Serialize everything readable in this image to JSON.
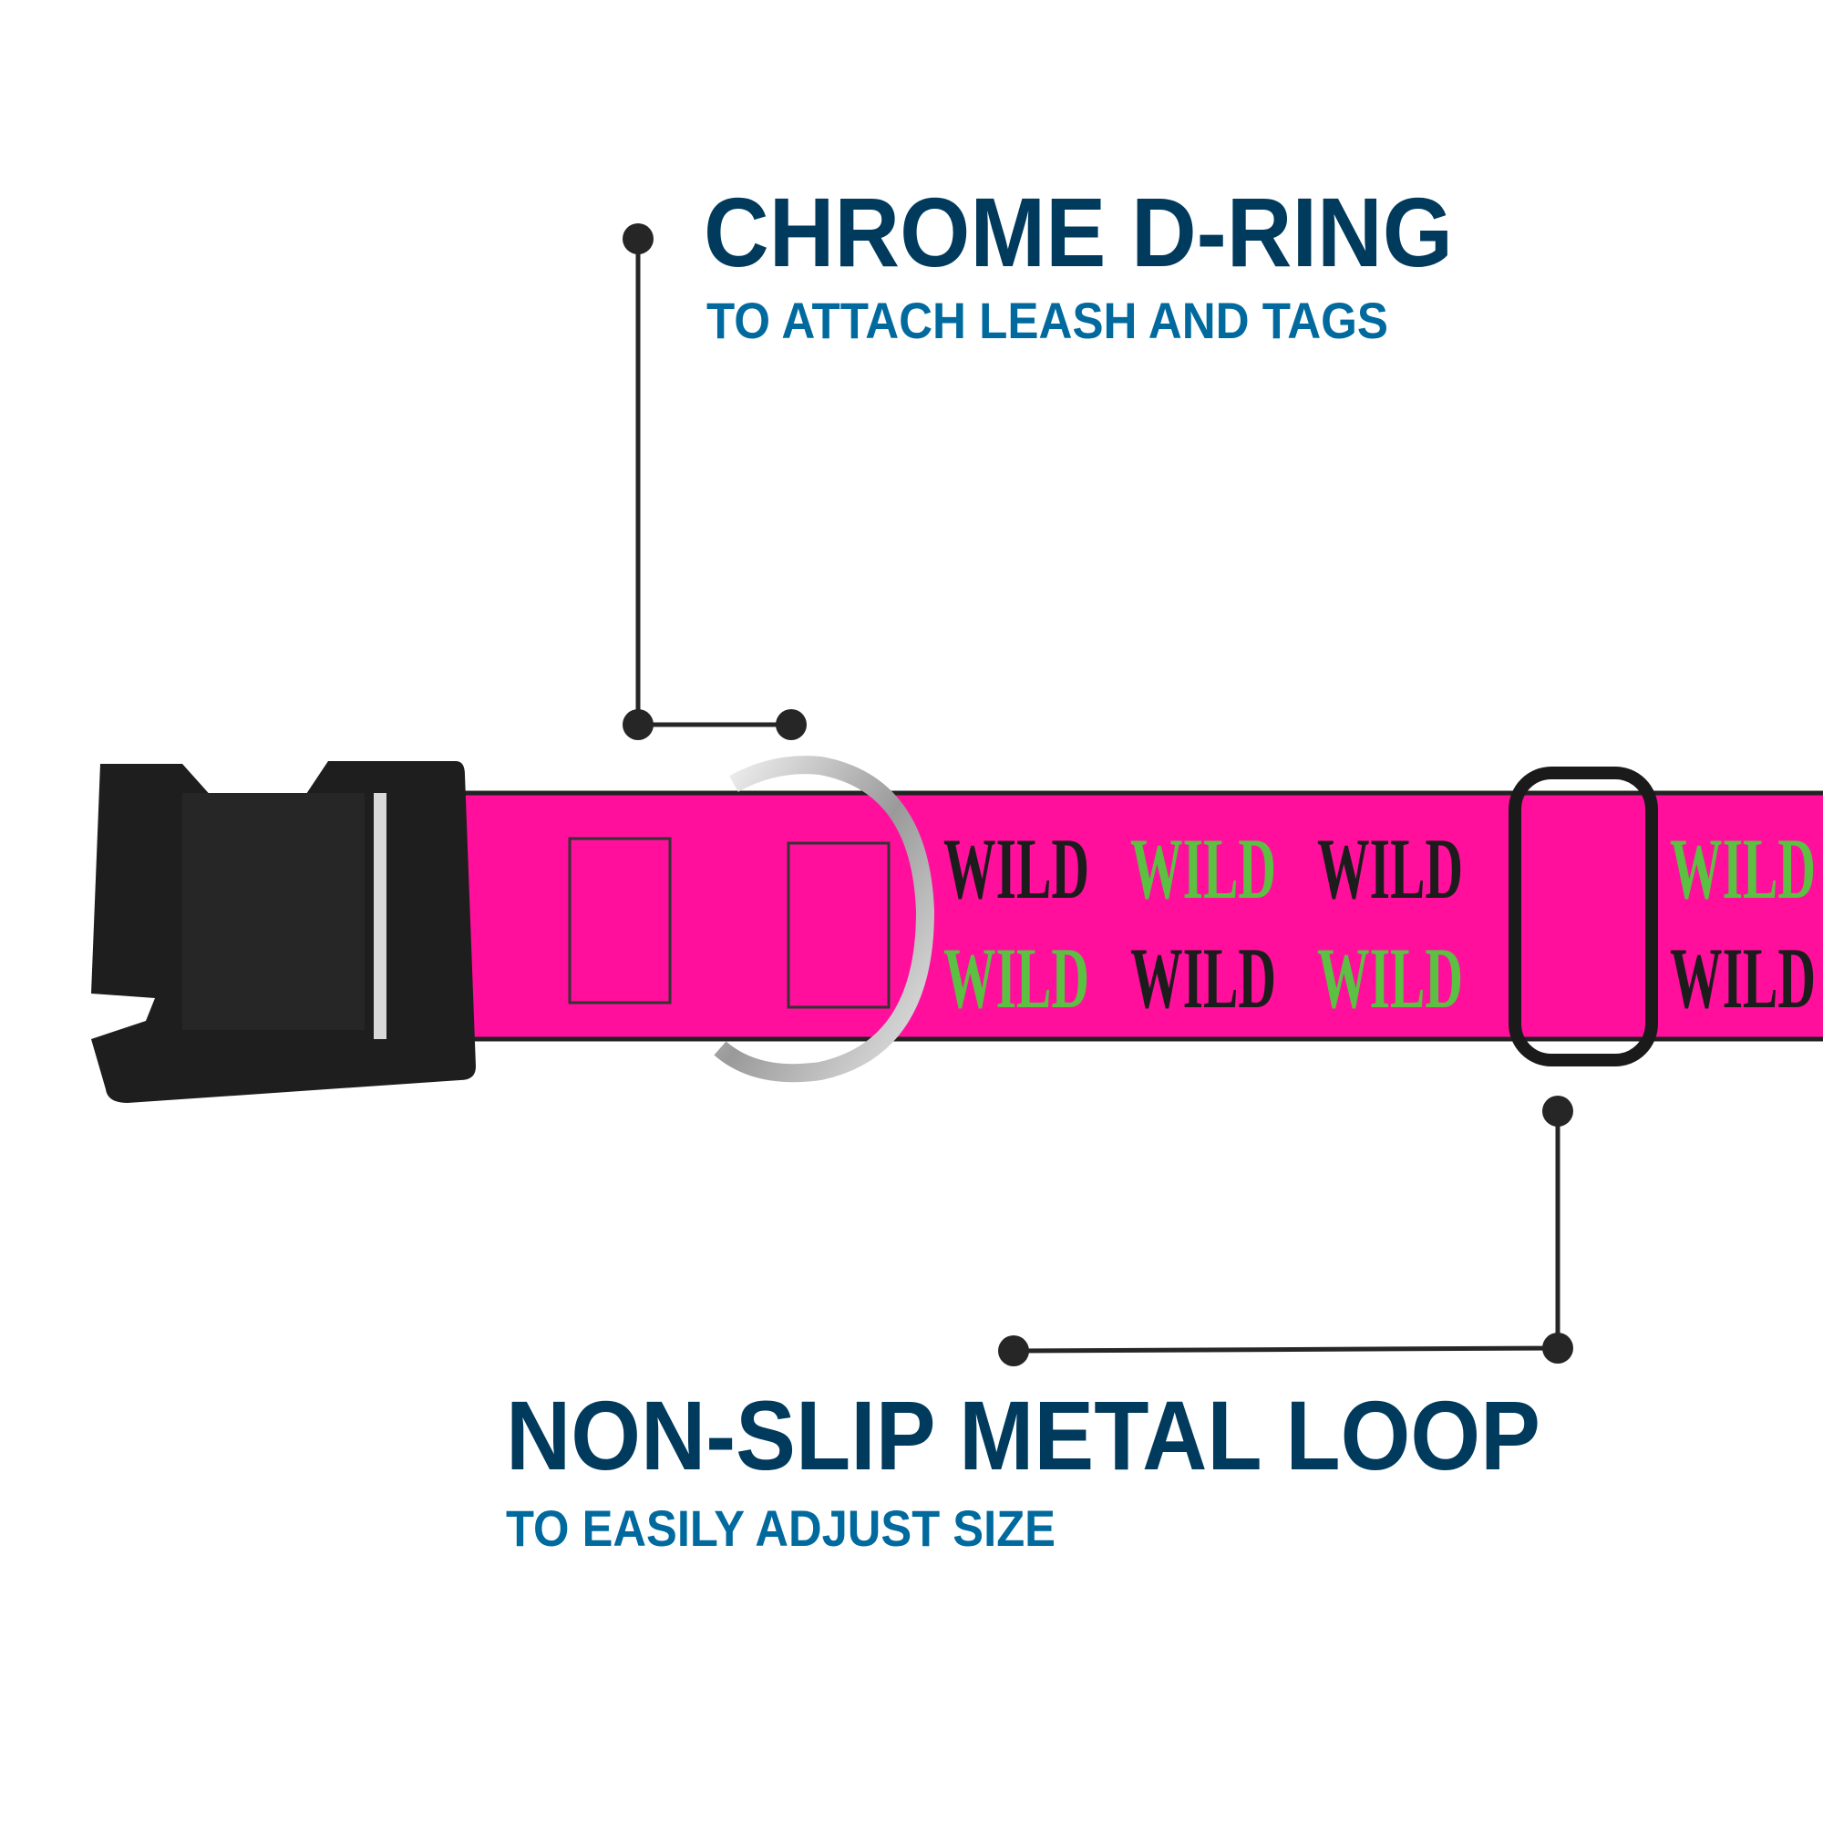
{
  "callouts": {
    "d_ring": {
      "title": "CHROME D-RING",
      "subtitle": "TO ATTACH LEASH AND TAGS"
    },
    "loop": {
      "title": "NON-SLIP METAL LOOP",
      "subtitle": "TO EASILY ADJUST SIZE"
    }
  },
  "collar": {
    "pattern_text": "WILD",
    "colors": {
      "band": "#ff0f9b",
      "pattern_green": "#5cc043",
      "pattern_black": "#1c1c1c",
      "buckle": "#1e1e1e",
      "ring": "#c9c9c9"
    }
  },
  "colors": {
    "title": "#003a5c",
    "subtitle": "#006a9e",
    "callout_line": "#262626"
  }
}
